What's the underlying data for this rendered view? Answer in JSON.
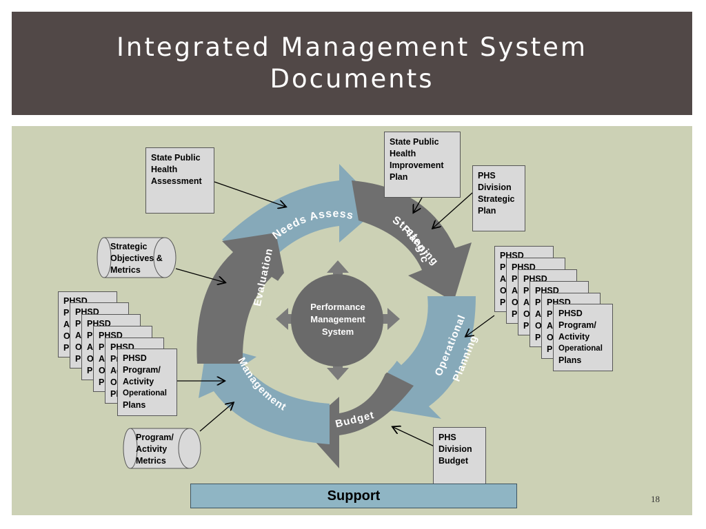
{
  "slide": {
    "title": "Integrated Management System Documents",
    "page_number": "18"
  },
  "cycle": {
    "center": "Performance Management System",
    "segments": {
      "needs": "Needs Assessment",
      "strategic_1": "Strategic",
      "strategic_2": "Planning",
      "operational_1": "Operational",
      "operational_2": "Planning",
      "budget": "Budget",
      "management": "Management",
      "evaluation": "Evaluation"
    },
    "support": "Support"
  },
  "documents": {
    "state_health_assessment": "State Public Health Assessment",
    "state_health_improvement_plan": "State Public Health Improvement Plan",
    "phs_division_strategic_plan": "PHS Division Strategic Plan",
    "phs_division_budget": "PHS Division Budget",
    "strategic_objectives_metrics": "Strategic Objectives & Metrics",
    "program_activity_metrics": "Program/ Activity Metrics",
    "phsd_plan_front": {
      "line1": "PHSD",
      "line2": "Program/",
      "line3": "Activity",
      "line4": "Operational",
      "line5": "Plans"
    },
    "phsd_stack_fragments": [
      "PHSD",
      "Pr",
      "Ac",
      "Op",
      "Pl"
    ]
  },
  "colors": {
    "title_bar": "#514847",
    "panel": "#ccd1b5",
    "ring_blue": "#86a9b9",
    "ring_gray": "#6f6f6f",
    "center_gray": "#6a6a6a",
    "support": "#8fb5c4"
  }
}
